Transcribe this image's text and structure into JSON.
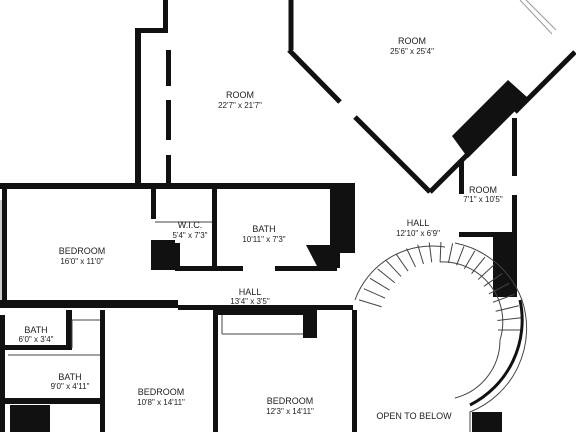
{
  "floorplan": {
    "rooms": [
      {
        "id": "room-large-ne",
        "name": "ROOM",
        "size": "25'6\" x 25'4\""
      },
      {
        "id": "room-center",
        "name": "ROOM",
        "size": "22'7\" x 21'7\""
      },
      {
        "id": "room-small-e",
        "name": "ROOM",
        "size": "7'1\" x 10'5\""
      },
      {
        "id": "hall-east",
        "name": "HALL",
        "size": "12'10\" x 6'9\""
      },
      {
        "id": "bedroom-west",
        "name": "BEDROOM",
        "size": "16'0\" x 11'0\""
      },
      {
        "id": "wic",
        "name": "W.I.C.",
        "size": "5'4\" x 7'3\""
      },
      {
        "id": "bath-center",
        "name": "BATH",
        "size": "10'11\" x 7'3\""
      },
      {
        "id": "hall-center",
        "name": "HALL",
        "size": "13'4\" x 3'5\""
      },
      {
        "id": "bath-small",
        "name": "BATH",
        "size": "6'0\" x 3'4\""
      },
      {
        "id": "bath-sw",
        "name": "BATH",
        "size": "9'0\" x 4'11\""
      },
      {
        "id": "bedroom-south",
        "name": "BEDROOM",
        "size": "10'8\" x 14'11\""
      },
      {
        "id": "bedroom-southeast",
        "name": "BEDROOM",
        "size": "12'3\" x 14'11\""
      }
    ],
    "open_to_below": "OPEN TO BELOW"
  }
}
